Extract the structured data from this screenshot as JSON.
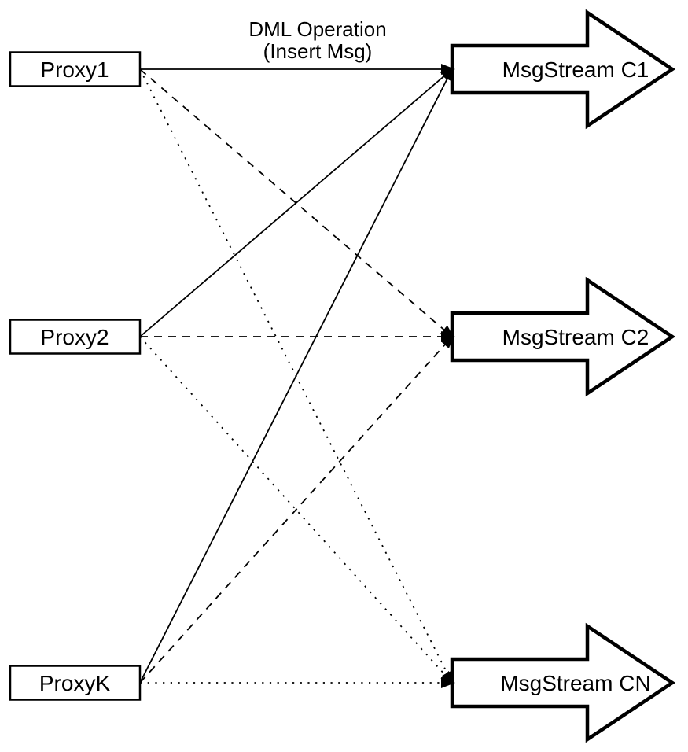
{
  "diagram": {
    "background_color": "#ffffff",
    "stroke_color": "#000000",
    "edge_label": {
      "line1": "DML Operation",
      "line2": "(Insert Msg)"
    },
    "proxies": [
      {
        "id": "proxy1",
        "label": "Proxy1"
      },
      {
        "id": "proxy2",
        "label": "Proxy2"
      },
      {
        "id": "proxyk",
        "label": "ProxyK"
      }
    ],
    "streams": [
      {
        "id": "c1",
        "label": "MsgStream C1",
        "incoming_line_style": "solid"
      },
      {
        "id": "c2",
        "label": "MsgStream C2",
        "incoming_line_style": "dashed"
      },
      {
        "id": "cn",
        "label": "MsgStream CN",
        "incoming_line_style": "dotted"
      }
    ],
    "connections": [
      {
        "from": "Proxy1",
        "to": "MsgStream C1",
        "style": "solid"
      },
      {
        "from": "Proxy1",
        "to": "MsgStream C2",
        "style": "dashed"
      },
      {
        "from": "Proxy1",
        "to": "MsgStream CN",
        "style": "dotted"
      },
      {
        "from": "Proxy2",
        "to": "MsgStream C1",
        "style": "solid"
      },
      {
        "from": "Proxy2",
        "to": "MsgStream C2",
        "style": "dashed"
      },
      {
        "from": "Proxy2",
        "to": "MsgStream CN",
        "style": "dotted"
      },
      {
        "from": "ProxyK",
        "to": "MsgStream C1",
        "style": "solid"
      },
      {
        "from": "ProxyK",
        "to": "MsgStream C2",
        "style": "dashed"
      },
      {
        "from": "ProxyK",
        "to": "MsgStream CN",
        "style": "dotted"
      }
    ]
  }
}
